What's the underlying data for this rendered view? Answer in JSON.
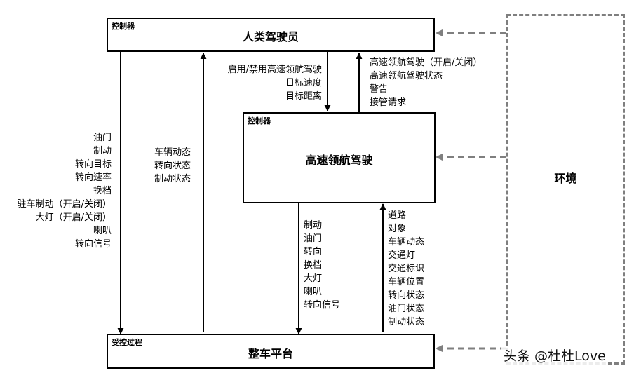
{
  "boxes": {
    "driver": {
      "tag": "控制器",
      "title": "人类驾驶员"
    },
    "hca": {
      "tag": "控制器",
      "title": "高速领航驾驶"
    },
    "platform": {
      "tag": "受控过程",
      "title": "整车平台"
    }
  },
  "environment": {
    "title": "环境"
  },
  "labels": {
    "driver_to_platform": [
      "油门",
      "制动",
      "转向目标",
      "转向速率",
      "换档",
      "驻车制动（开启/关闭）",
      "大灯（开启/关闭）",
      "喇叭",
      "转向信号"
    ],
    "platform_to_driver": [
      "车辆动态",
      "转向状态",
      "制动状态"
    ],
    "driver_to_hca": [
      "启用/禁用高速领航驾驶",
      "目标速度",
      "目标距离"
    ],
    "hca_to_driver": [
      "高速领航驾驶（开启/关闭）",
      "高速领航驾驶状态",
      "警告",
      "接管请求"
    ],
    "hca_to_platform": [
      "制动",
      "油门",
      "转向",
      "换档",
      "大灯",
      "喇叭",
      "转向信号"
    ],
    "platform_to_hca": [
      "道路",
      "对象",
      "车辆动态",
      "交通灯",
      "交通标识",
      "车辆位置",
      "转向状态",
      "油门状态",
      "制动状态"
    ]
  },
  "watermark": "头条 @杜杜Love",
  "colors": {
    "line": "#000000",
    "dashed": "#7f7f7f"
  }
}
